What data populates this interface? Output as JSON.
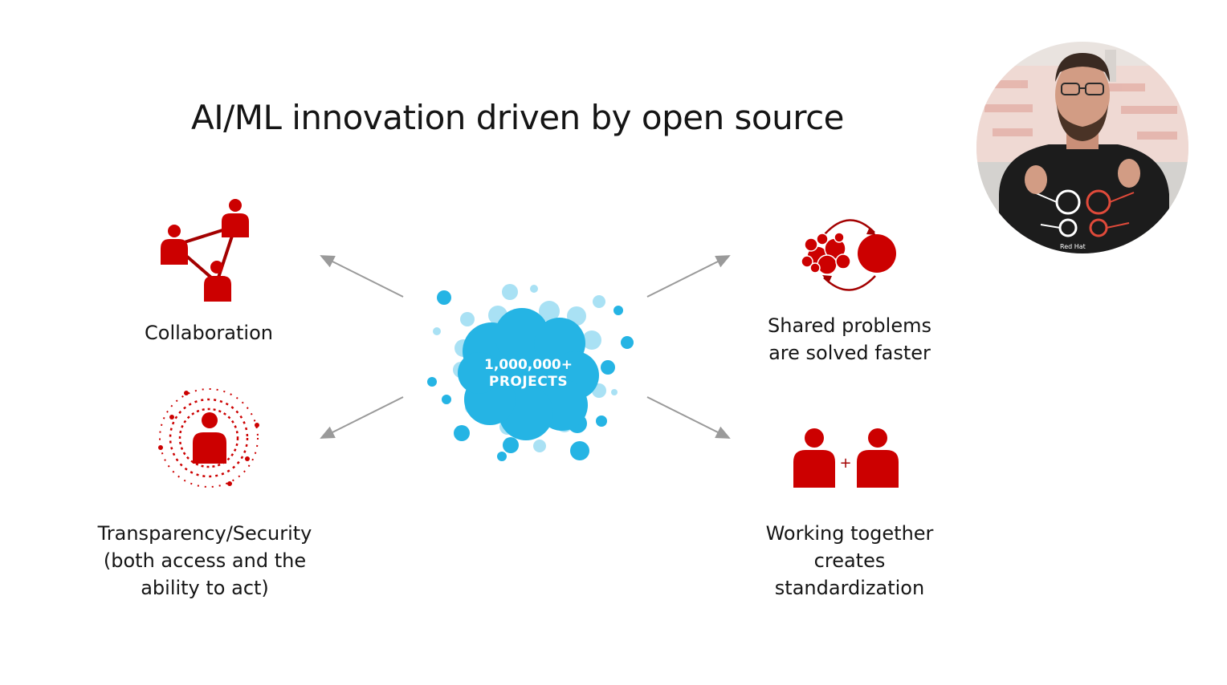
{
  "slide": {
    "title": "AI/ML innovation driven by open source",
    "hub_label": {
      "line1": "1,000,000+",
      "line2": "PROJECTS"
    },
    "benefits": [
      {
        "icon": "collaboration-network-icon",
        "lines": [
          "Collaboration"
        ]
      },
      {
        "icon": "shared-problems-cycle-icon",
        "lines": [
          "Shared problems",
          "are solved faster"
        ]
      },
      {
        "icon": "transparency-radar-person-icon",
        "lines": [
          "Transparency/Security",
          "(both access and the",
          "ability to act)"
        ]
      },
      {
        "icon": "working-together-people-icon",
        "lines": [
          "Working together",
          "creates",
          "standardization"
        ]
      }
    ],
    "plus_sign": "+"
  },
  "colors": {
    "accent_red": "#cc0000",
    "dark_red": "#a30000",
    "hub_blue": "#25b4e4",
    "bubble_blue": "#8fd7ef",
    "arrow_gray": "#9a9a9a"
  },
  "webcam": {
    "shirt_text": "Red Hat"
  }
}
